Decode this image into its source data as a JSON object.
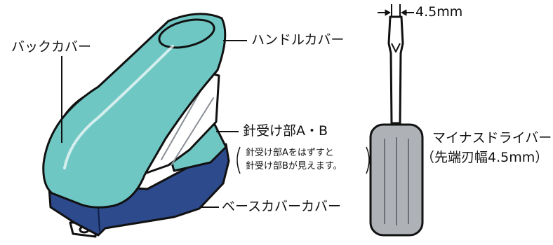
{
  "labels": {
    "back_cover": "バックカバー",
    "handle_cover": "ハンドルカバー",
    "needle_holder": "針受け部A・B",
    "note_line1": "針受け部Aをはずすと",
    "note_line2": "針受け部Bが見えます。",
    "base_cover": "ベースカバーカバー",
    "blade_width": "4.5mm",
    "screwdriver": "マイナスドライバー",
    "screwdriver_spec": "（先端刃幅4.5mm）"
  },
  "colors": {
    "handle": "#6fc7c4",
    "back": "#2d4a8d",
    "base": "#2d4a8d",
    "grip": "#aeb1b6",
    "outline": "#111111"
  }
}
